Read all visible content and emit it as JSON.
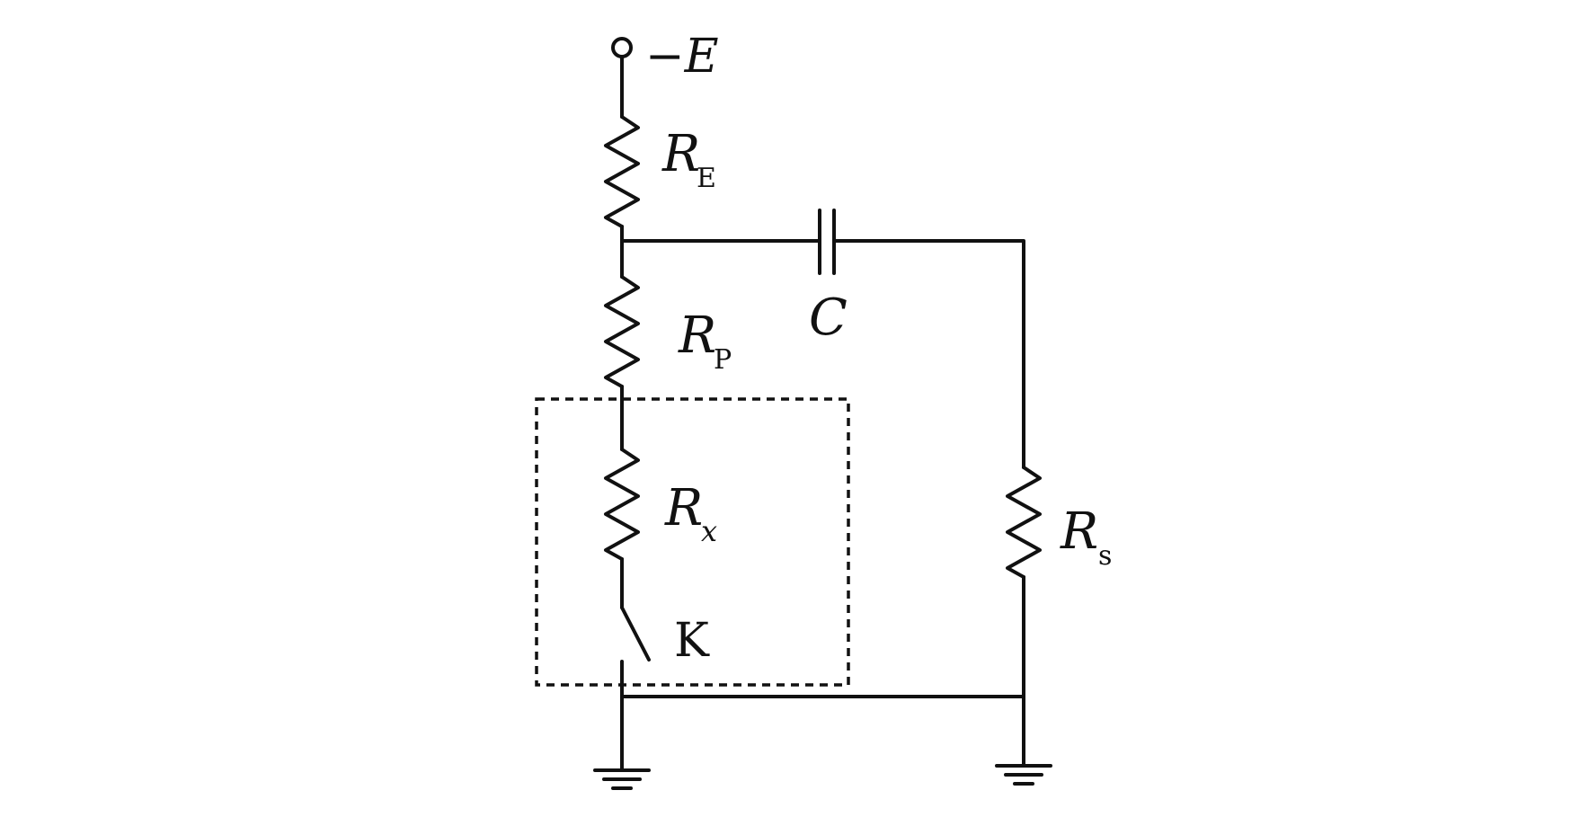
{
  "circuit": {
    "supply_label": "−E",
    "components": {
      "re": {
        "symbol": "R",
        "subscript": "E"
      },
      "rp": {
        "symbol": "R",
        "subscript": "P"
      },
      "rx": {
        "symbol": "R",
        "subscript": "x"
      },
      "rs": {
        "symbol": "R",
        "subscript": "s"
      },
      "capacitor": {
        "symbol": "C"
      },
      "switch": {
        "symbol": "K"
      }
    }
  }
}
